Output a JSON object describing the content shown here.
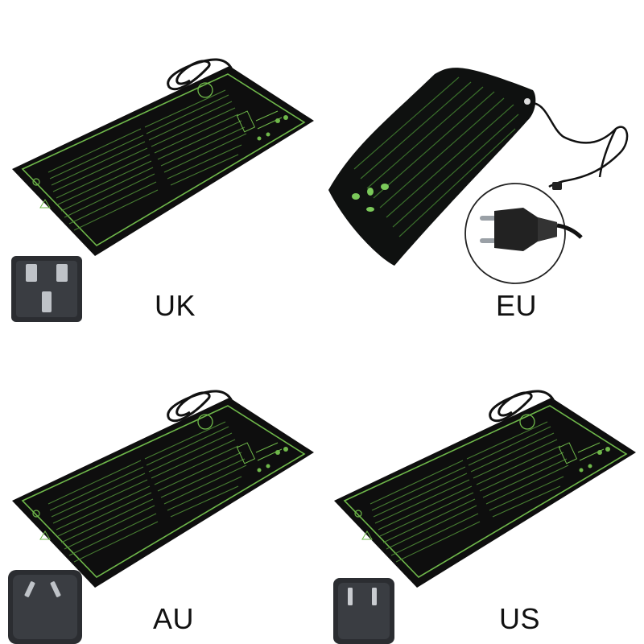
{
  "panels": [
    {
      "label": "UK"
    },
    {
      "label": "EU"
    },
    {
      "label": "AU"
    },
    {
      "label": "US"
    }
  ],
  "colors": {
    "mat": "#0d0d0d",
    "mat_print": "#6fb84a",
    "plug": "#2b2d31",
    "background": "#ffffff"
  },
  "icons": [
    "heat-mat-image",
    "power-cable",
    "uk-plug-icon",
    "eu-plug-icon",
    "au-plug-icon",
    "us-plug-icon"
  ]
}
